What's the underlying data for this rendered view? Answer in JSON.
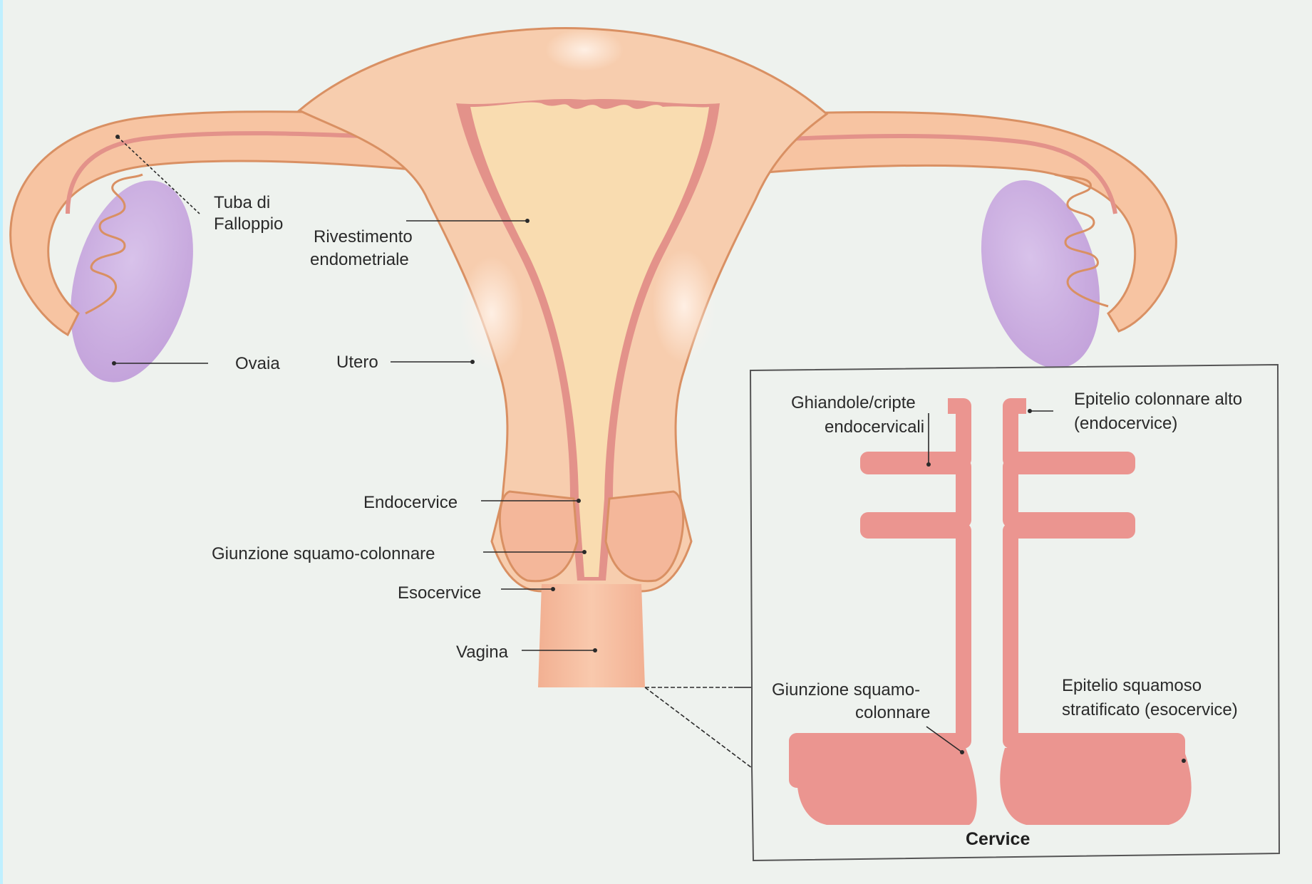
{
  "labels": {
    "tuba": [
      "Tuba di",
      "Falloppio"
    ],
    "rivestimento": [
      "Rivestimento",
      "endometriale"
    ],
    "ovaia": "Ovaia",
    "utero": "Utero",
    "endocervice": "Endocervice",
    "giunzione": "Giunzione squamo-colonnare",
    "esocervice": "Esocervice",
    "vagina": "Vagina"
  },
  "inset": {
    "ghiandole": [
      "Ghiandole/cripte",
      "endocervicali"
    ],
    "epitelio_colonnare": [
      "Epitelio colonnare alto",
      "(endocervice)"
    ],
    "giunzione": [
      "Giunzione squamo-",
      "colonnare"
    ],
    "epitelio_squamoso": [
      "Epitelio squamoso",
      "stratificato (esocervice)"
    ],
    "caption": "Cervice"
  },
  "colors": {
    "background": "#eef2ee",
    "uterus_body": "#f7cdae",
    "uterus_outline": "#d99063",
    "endometrium": "#e3928a",
    "cavity": "#f9dcb0",
    "ovary": "#c9a9de",
    "tissue_pink": "#eb9590"
  }
}
